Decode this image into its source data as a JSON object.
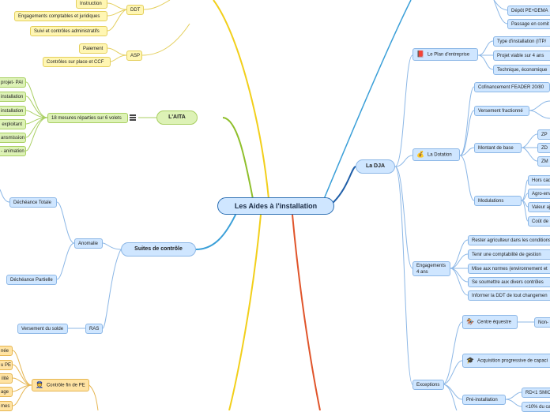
{
  "center": "Les Aides à l'installation",
  "branches": {
    "aita": {
      "label": "L'AITA",
      "mesures": "18 mesures réparties sur 6 volets",
      "menu_icon": "menu-lines-icon",
      "items": [
        "projet- PAI",
        "installation",
        "installation",
        "exploitant",
        "ansmission",
        "- animation"
      ]
    },
    "top_left": {
      "ddt": "DDT",
      "ddt_items": [
        "Instruction",
        "Engagements comptables et juridiques",
        "Suivi et contrôles administratifs"
      ],
      "asp": "ASP",
      "asp_items": [
        "Paiement",
        "Contrôles sur place et CCF"
      ]
    },
    "suites": {
      "label": "Suites de contrôle",
      "anomalie": "Anomalie",
      "decheance_totale": "Déchéance Totale",
      "decheance_partielle": "Déchéance Partielle",
      "ras": "RAS",
      "versement_solde": "Versement du solde"
    },
    "controle_fin": {
      "label": "Contrôle fin de PE",
      "icon": "inspector-icon",
      "items": [
        "née",
        "u PE",
        "ilité",
        "age",
        "mes"
      ]
    },
    "dja": {
      "label": "La DJA",
      "top_items": [
        "Dépôt PE+DEMA",
        "Passage en comit"
      ],
      "plan": {
        "label": "Le Plan d'entreprise",
        "icon": "book-icon",
        "items": [
          "Type d'installation (ITP/",
          "Projet viable sur 4 ans",
          "Technique, économique"
        ]
      },
      "dotation": {
        "label": "La Dotation",
        "icon": "money-bag-icon",
        "cofinancement": "Cofinancement FEADER 20/80",
        "versement": "Versement fractionné",
        "montant": "Montant de base",
        "montant_items": [
          "ZP",
          "ZD",
          "ZM"
        ],
        "modulations": "Modulations",
        "modulation_items": [
          "Hors cad",
          "Agro-env",
          "Valeur aj",
          "Coût de"
        ]
      },
      "engagements": {
        "label": "Engagements 4 ans",
        "items": [
          "Rester agriculteur dans les conditions",
          "Tenir une comptabilité de gestion",
          "Mise aux normes (environnement et",
          "Se soumettre aux divers contrôles",
          "Informer la DDT de tout changemen"
        ]
      },
      "exceptions": {
        "label": "Exceptions",
        "centre": "Centre équestre",
        "centre_icon": "horse-rider-icon",
        "centre_child": "Non-",
        "acquisition": "Acquisition progressive de capaci",
        "acquisition_icon": "graduate-icon",
        "pre": "Pré-installation",
        "pre_items": [
          "RD<1 SMIC",
          "<10% du ca"
        ]
      }
    }
  },
  "colors": {
    "aita": "#8fbf2b",
    "dja": "#1f5ea8",
    "suites": "#3a9fd8",
    "top": "#f2cf1a",
    "bottom": "#e0542a"
  }
}
